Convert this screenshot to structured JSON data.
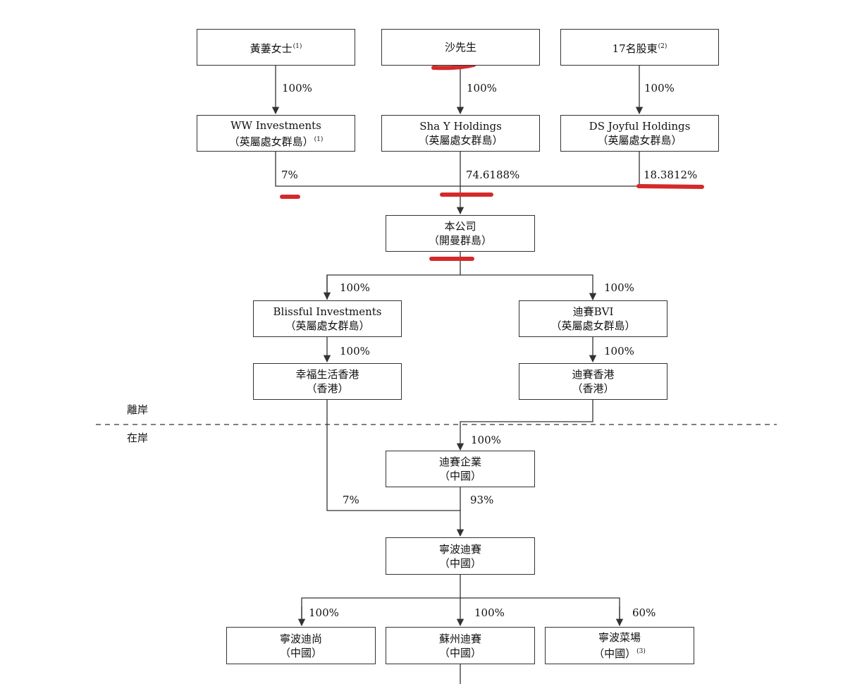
{
  "boxes": {
    "huang": {
      "line1": "黃萋女士",
      "sup": "(1)"
    },
    "sha": {
      "line1": "沙先生"
    },
    "s17": {
      "line1": "17名股東",
      "sup": "(2)"
    },
    "ww": {
      "line1": "WW Investments",
      "line2": "（英屬處女群島）",
      "sup": "(1)"
    },
    "shay": {
      "line1": "Sha Y Holdings",
      "line2": "（英屬處女群島）"
    },
    "ds": {
      "line1": "DS Joyful Holdings",
      "line2": "（英屬處女群島）"
    },
    "company": {
      "line1": "本公司",
      "line2": "（開曼群島）"
    },
    "blissful": {
      "line1": "Blissful Investments",
      "line2": "（英屬處女群島）"
    },
    "disaibvi": {
      "line1": "迪賽BVI",
      "line2": "（英屬處女群島）"
    },
    "xingfu": {
      "line1": "幸福生活香港",
      "line2": "（香港）"
    },
    "disaihk": {
      "line1": "迪賽香港",
      "line2": "（香港）"
    },
    "disaiqiye": {
      "line1": "迪賽企業",
      "line2": "（中國）"
    },
    "ningbo": {
      "line1": "寧波迪賽",
      "line2": "（中國）"
    },
    "dishang": {
      "line1": "寧波迪尚",
      "line2": "（中國）"
    },
    "suzhou": {
      "line1": "蘇州迪賽",
      "line2": "（中國）"
    },
    "caichang": {
      "line1": "寧波菜場",
      "line2": "（中國）",
      "sup": "(3)"
    }
  },
  "percentages": {
    "huang_ww": "100%",
    "sha_shay": "100%",
    "s17_ds": "100%",
    "ww_company": "7%",
    "shay_company": "74.6188%",
    "ds_company": "18.3812%",
    "company_blissful": "100%",
    "company_bvi": "100%",
    "blissful_xingfu": "100%",
    "bvi_hk": "100%",
    "hk_qiye": "100%",
    "xingfu_ningbo": "7%",
    "qiye_ningbo": "93%",
    "ningbo_dishang": "100%",
    "ningbo_suzhou": "100%",
    "ningbo_caichang": "60%"
  },
  "zones": {
    "offshore": "離岸",
    "onshore": "在岸"
  },
  "colors": {
    "line": "#333333",
    "annotation": "#d42a2a"
  }
}
